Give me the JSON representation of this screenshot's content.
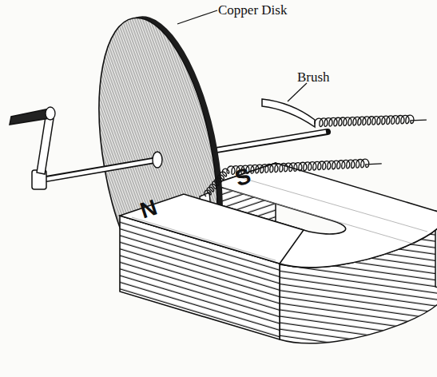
{
  "diagram": {
    "labels": [
      "Copper Disk",
      "Brush",
      "N",
      "S"
    ]
  }
}
